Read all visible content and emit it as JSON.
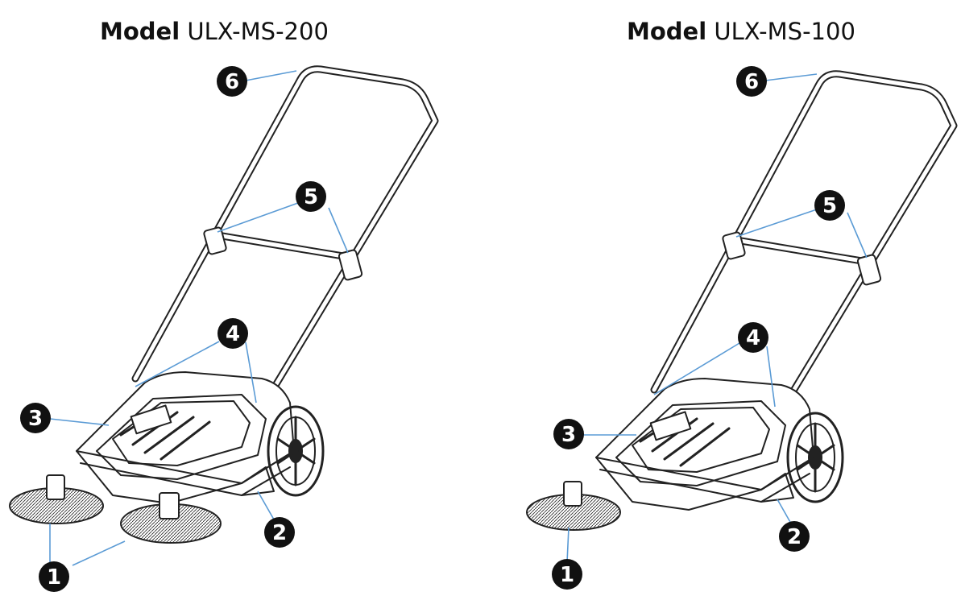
{
  "models": [
    {
      "prefix": "Model",
      "name": "ULX-MS-200",
      "callouts": [
        "1",
        "2",
        "3",
        "4",
        "5",
        "6"
      ]
    },
    {
      "prefix": "Model",
      "name": "ULX-MS-100",
      "callouts": [
        "1",
        "2",
        "3",
        "4",
        "5",
        "6"
      ]
    }
  ],
  "colors": {
    "leader_line": "#5b9bd5",
    "callout_fill": "#111111",
    "outline": "#222222"
  }
}
